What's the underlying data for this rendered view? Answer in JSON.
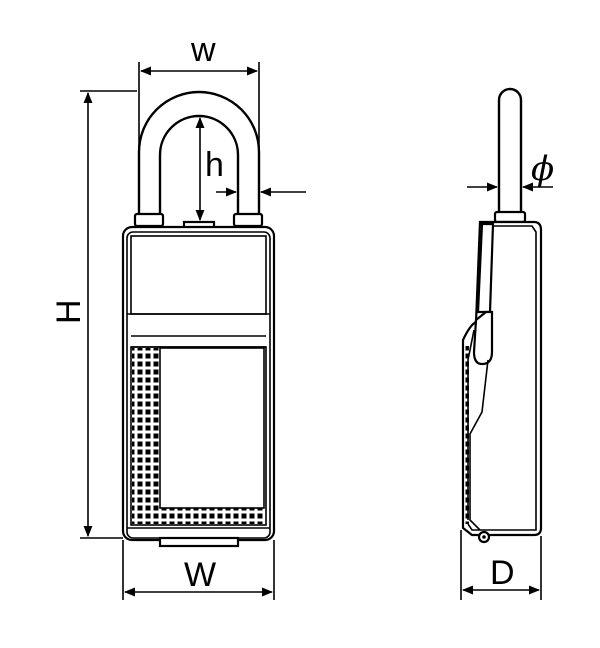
{
  "labels": {
    "shackle_width": "w",
    "shackle_height": "h",
    "total_height": "H",
    "body_width": "W",
    "depth": "D",
    "shackle_diameter": "ϕ"
  }
}
